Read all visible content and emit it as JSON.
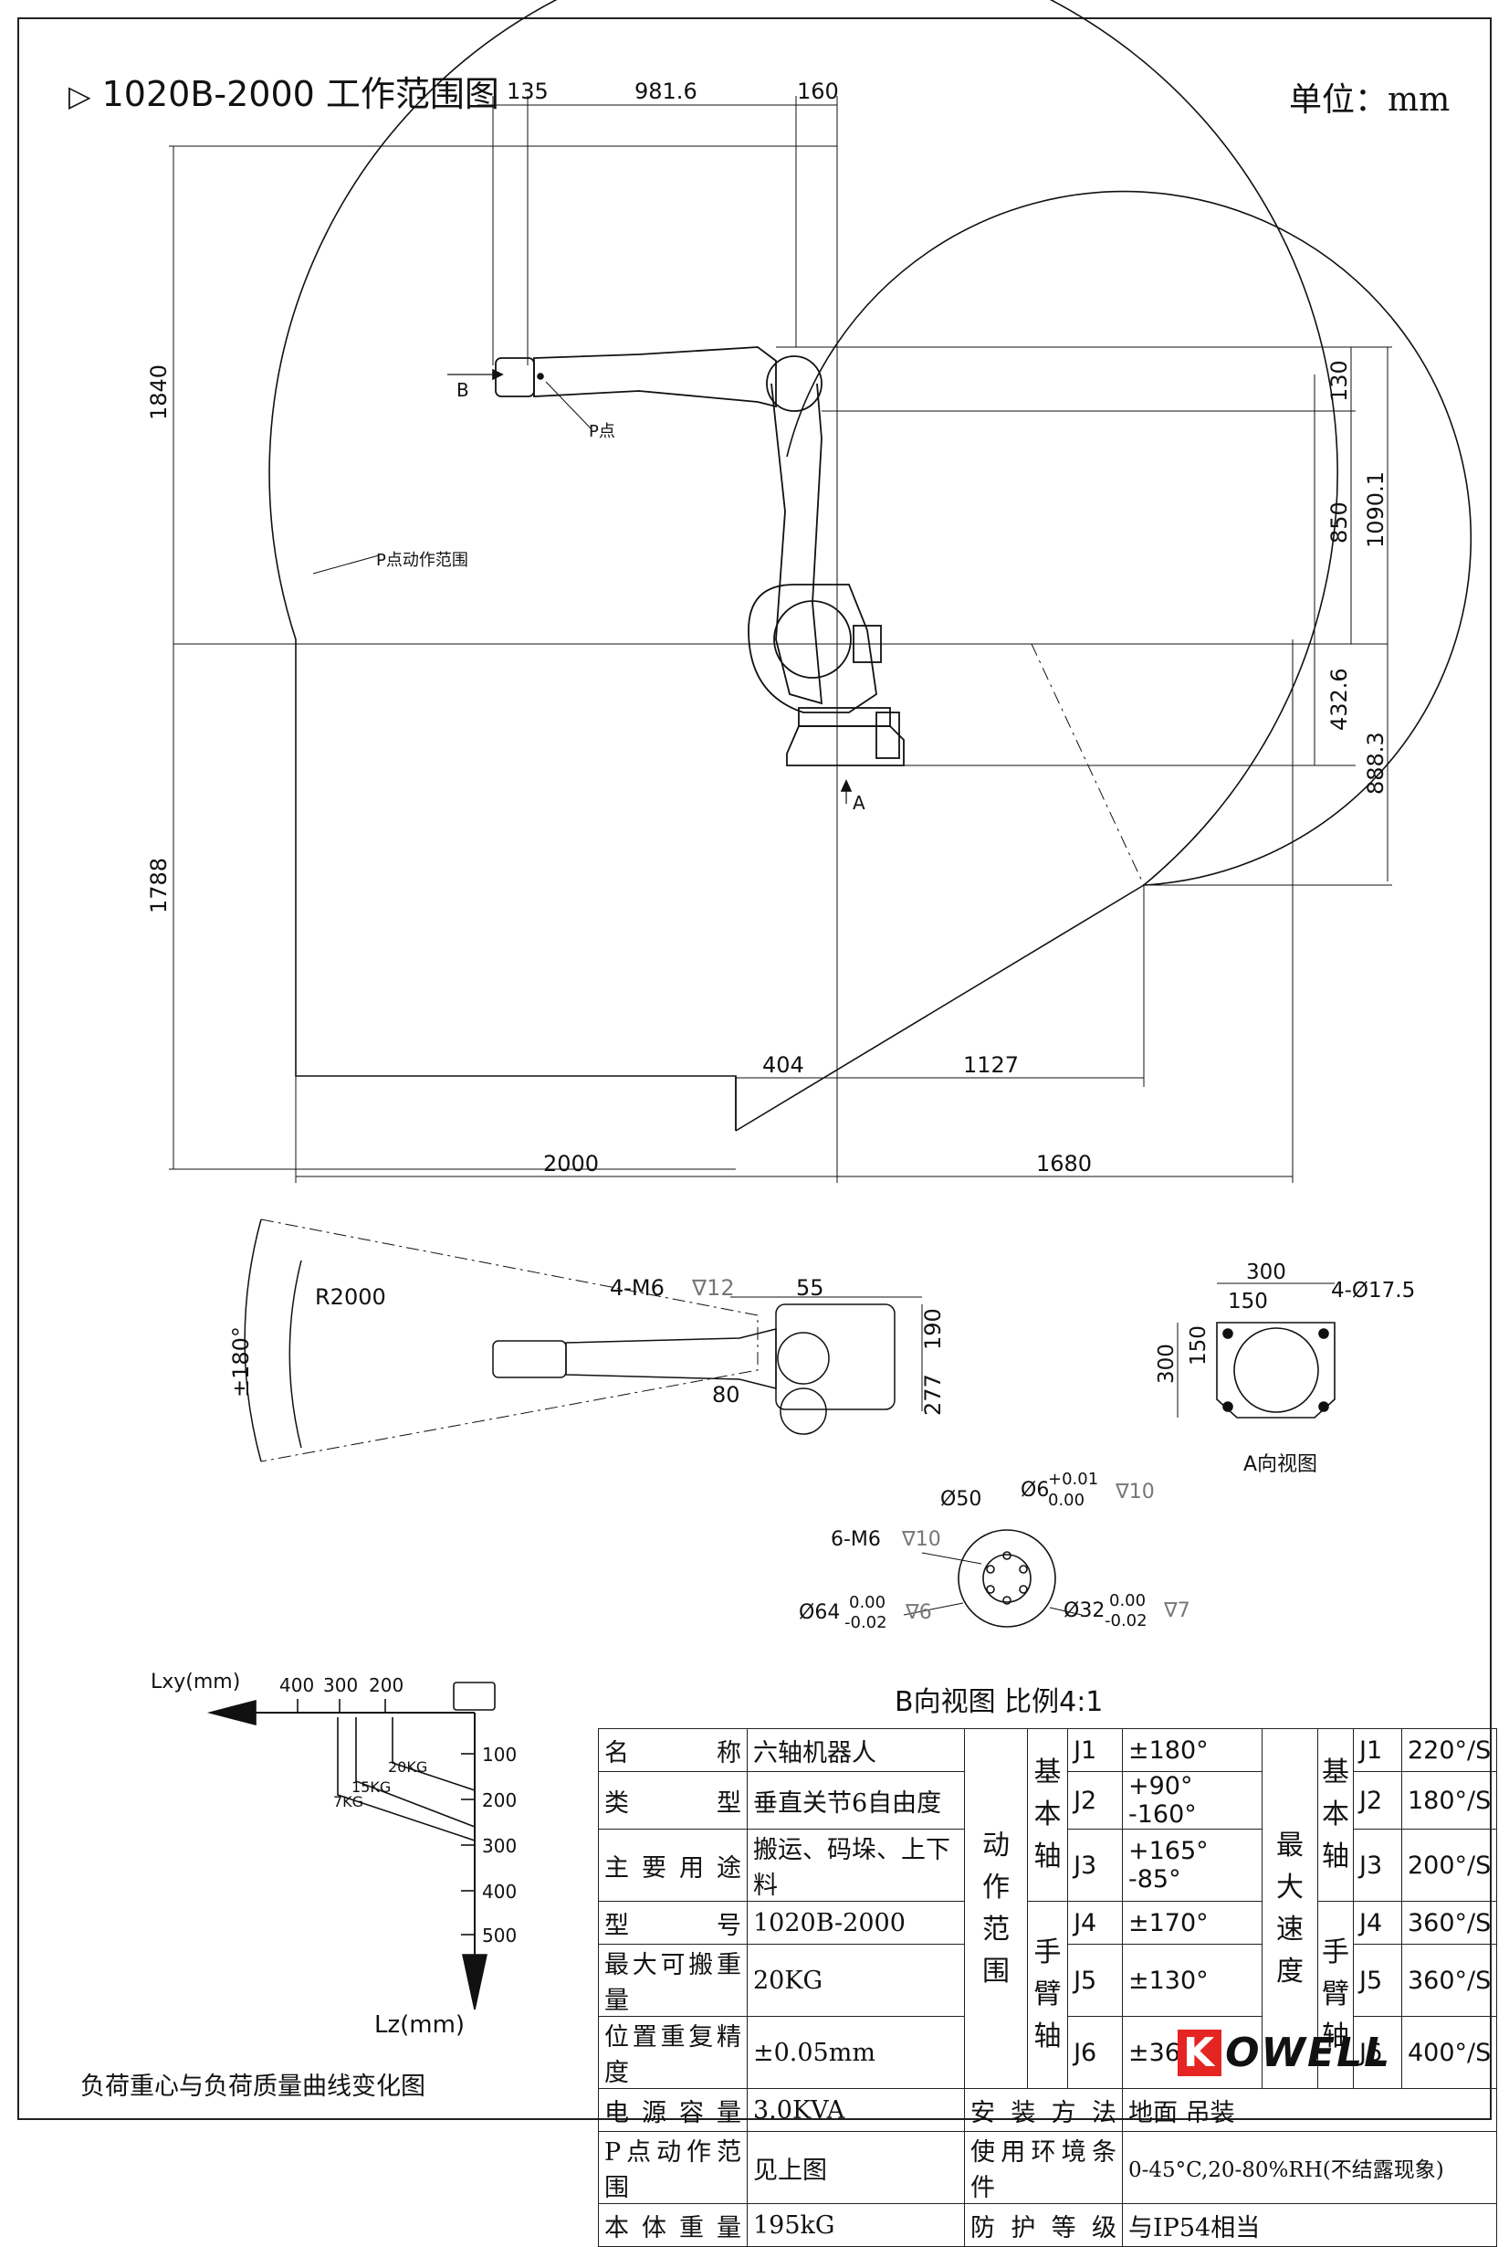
{
  "title": "1020B-2000  工作范围图",
  "unit": "单位：mm",
  "work_range": {
    "top_dims": [
      "135",
      "981.6",
      "160"
    ],
    "right_dims": [
      "130",
      "1090.1",
      "850",
      "432.6",
      "888.3"
    ],
    "left_dims": [
      "1840",
      "1788"
    ],
    "bottom_dims": [
      "404",
      "1127",
      "2000",
      "1680"
    ],
    "labels": {
      "b_marker": "B",
      "a_marker": "A",
      "p_point": "P点",
      "p_range": "P点动作范围"
    }
  },
  "top_view": {
    "rotation": "±180°",
    "radius": "R2000",
    "holes": "4-M6",
    "hole_depth": "∇12",
    "dims": [
      "55",
      "190",
      "277",
      "80"
    ]
  },
  "a_view": {
    "title": "A向视图",
    "dims": [
      "300",
      "150",
      "150",
      "300"
    ],
    "holes": "4-Ø17.5"
  },
  "b_view": {
    "title": "B向视图  比例4:1",
    "labels": {
      "d50": "Ø50",
      "d6": "Ø6",
      "d6_tol_up": "+0.01",
      "d6_tol_dn": "0.00",
      "d6_depth": "∇10",
      "m6": "6-M6",
      "m6_depth": "∇10",
      "d64": "Ø64",
      "d64_tol_up": "0.00",
      "d64_tol_dn": "-0.02",
      "d64_depth": "∇6",
      "d32": "Ø32",
      "d32_tol_up": "0.00",
      "d32_tol_dn": "-0.02",
      "d32_depth": "∇7"
    }
  },
  "load_curve": {
    "title": "负荷重心与负荷质量曲线变化图",
    "x_label": "Lxy(mm)",
    "y_label": "Lz(mm)",
    "x_ticks": [
      "400",
      "300",
      "200"
    ],
    "y_ticks": [
      "100",
      "200",
      "300",
      "400",
      "500"
    ],
    "curves": [
      "20KG",
      "15KG",
      "7KG"
    ]
  },
  "spec_table": {
    "rows": [
      {
        "label": "名称",
        "value": "六轴机器人"
      },
      {
        "label": "类型",
        "value": "垂直关节6自由度"
      },
      {
        "label": "主要用途",
        "value": "搬运、码垛、上下料"
      },
      {
        "label": "型号",
        "value": "1020B-2000"
      },
      {
        "label": "最大可搬重量",
        "value": "20KG"
      },
      {
        "label": "位置重复精度",
        "value": "±0.05mm"
      }
    ],
    "motion_group": "动作范围",
    "speed_group": "最大速度",
    "base_axis": "基本轴",
    "wrist_axis": "手臂轴",
    "axes": [
      {
        "axis": "J1",
        "range": "±180°",
        "speed": "220°/S"
      },
      {
        "axis": "J2",
        "range": "+90° -160°",
        "speed": "180°/S"
      },
      {
        "axis": "J3",
        "range": "+165° -85°",
        "speed": "200°/S"
      },
      {
        "axis": "J4",
        "range": "±170°",
        "speed": "360°/S"
      },
      {
        "axis": "J5",
        "range": "±130°",
        "speed": "360°/S"
      },
      {
        "axis": "J6",
        "range": "±360°",
        "speed": "400°/S"
      }
    ],
    "bottom_rows": [
      {
        "label": "电源容量",
        "value": "3.0KVA",
        "label2": "安装方法",
        "value2": "地面 吊装"
      },
      {
        "label": "P点动作范围",
        "value": "见上图",
        "label2": "使用环境条件",
        "value2": "0-45°C,20-80%RH(不结露现象)"
      },
      {
        "label": "本体重量",
        "value": "195kG",
        "label2": "防护等级",
        "value2": "与IP54相当"
      }
    ]
  },
  "logo": {
    "mark": "K",
    "text": "OWELL"
  }
}
